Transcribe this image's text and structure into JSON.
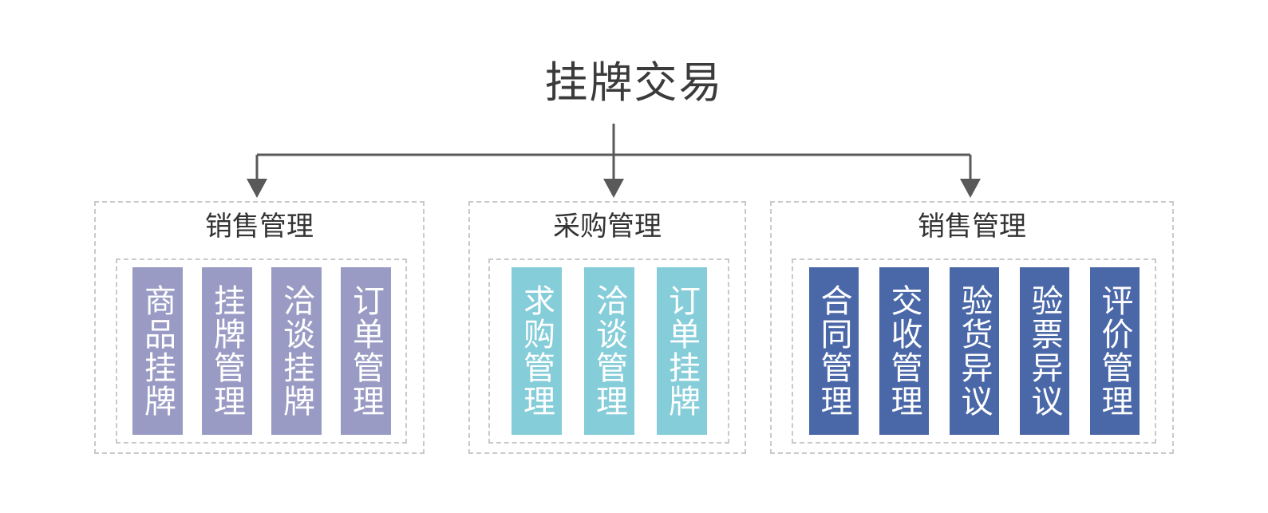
{
  "diagram": {
    "title": "挂牌交易",
    "title_color": "#3b3b3b",
    "connector_color": "#595959",
    "dash_border_color": "#c9c9c9",
    "groups": [
      {
        "name": "销售管理",
        "accent": "#9a9bc4",
        "items": [
          {
            "label": "商品挂牌"
          },
          {
            "label": "挂牌管理"
          },
          {
            "label": "洽谈挂牌"
          },
          {
            "label": "订单管理"
          }
        ]
      },
      {
        "name": "采购管理",
        "accent": "#85cdd9",
        "items": [
          {
            "label": "求购管理"
          },
          {
            "label": "洽谈管理"
          },
          {
            "label": "订单挂牌"
          }
        ]
      },
      {
        "name": "销售管理",
        "accent": "#4a67a8",
        "items": [
          {
            "label": "合同管理"
          },
          {
            "label": "交收管理"
          },
          {
            "label": "验货异议"
          },
          {
            "label": "验票异议"
          },
          {
            "label": "评价管理"
          }
        ]
      }
    ]
  }
}
